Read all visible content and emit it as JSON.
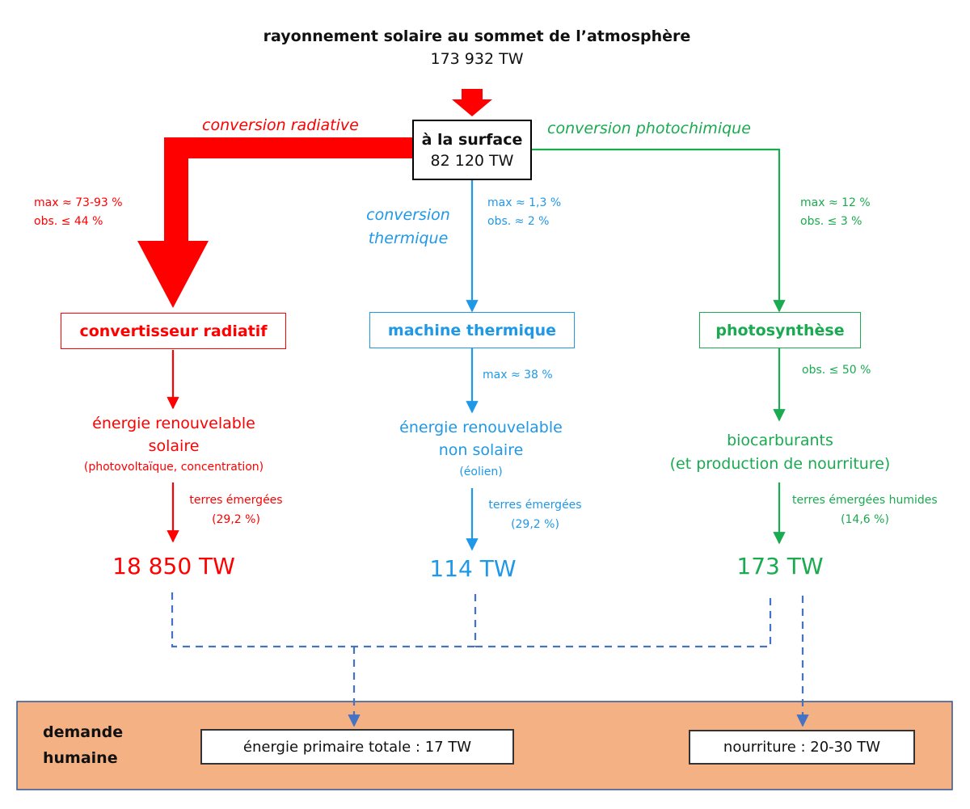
{
  "top": {
    "title": "rayonnement solaire au sommet de l’atmosphère",
    "value": "173 932 TW"
  },
  "surface": {
    "label": "à la surface",
    "value": "82 120 TW"
  },
  "radiative": {
    "conversion_label": "conversion radiative",
    "max": "max ≈ 73-93 %",
    "obs": "obs. ≤ 44 %",
    "box": "convertisseur radiatif",
    "energy_line1": "énergie renouvelable",
    "energy_line2": "solaire",
    "energy_detail": "(photovoltaïque, concentration)",
    "land_label": "terres émergées",
    "land_pct": "(29,2 %)",
    "result": "18 850 TW",
    "color": "#ff0000"
  },
  "thermal": {
    "conversion_line1": "conversion",
    "conversion_line2": "thermique",
    "max": "max ≈ 1,3 %",
    "obs": "obs. ≈ 2 %",
    "box": "machine thermique",
    "machine_max": "max ≈ 38 %",
    "energy_line1": "énergie renouvelable",
    "energy_line2": "non solaire",
    "energy_detail": "(éolien)",
    "land_label": "terres émergées",
    "land_pct": "(29,2 %)",
    "result": "114 TW",
    "color": "#1f98e8"
  },
  "photochemical": {
    "conversion_label": "conversion photochimique",
    "max": "max ≈ 12 %",
    "obs": "obs. ≤ 3 %",
    "box": "photosynthèse",
    "photo_obs": "obs. ≤ 50 %",
    "energy_line1": "biocarburants",
    "energy_line2": "(et production de nourriture)",
    "land_label": "terres émergées humides",
    "land_pct": "(14,6 %)",
    "result": "173 TW",
    "color": "#1aaa50"
  },
  "human_demand": {
    "label_line1": "demande",
    "label_line2": "humaine",
    "primary_energy": "énergie primaire totale : 17 TW",
    "food": "nourriture : 20-30 TW",
    "panel_color": "#f4b183",
    "dashed_color": "#4472c4"
  }
}
